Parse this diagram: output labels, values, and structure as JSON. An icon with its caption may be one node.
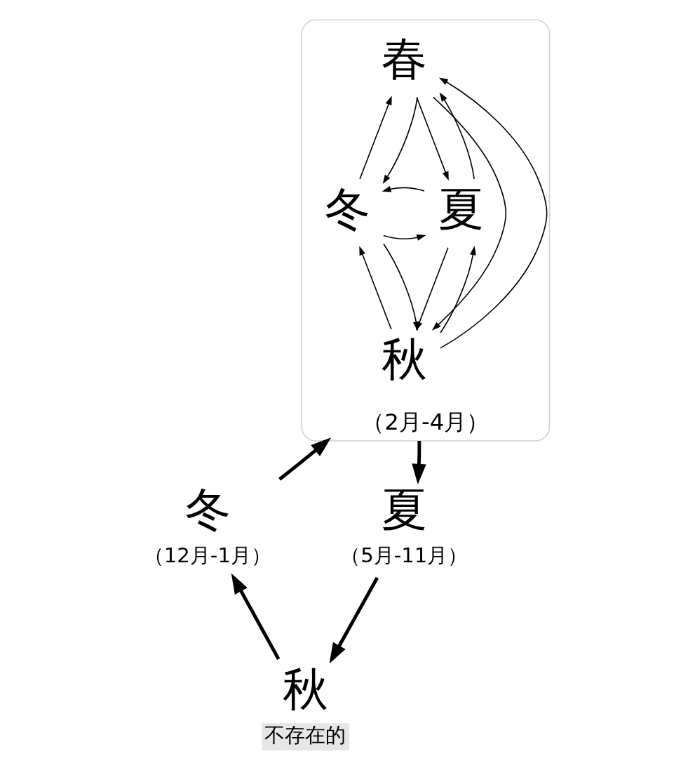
{
  "diagram": {
    "nodes": [
      {
        "text": [
          "（2月-4月）"
        ]
      },
      {
        "text": [
          "春"
        ],
        "in": 0
      },
      {
        "text": [
          "冬"
        ],
        "in": 0
      },
      {
        "text": [
          "夏"
        ],
        "in": 0
      },
      {
        "text": [
          "秋"
        ],
        "in": 0
      },
      {
        "text": [
          "夏",
          "（5月-11月）"
        ]
      },
      {
        "text": [
          "秋",
          "不存在的"
        ]
      },
      {
        "text": [
          "冬",
          "（12月-1月）"
        ]
      }
    ],
    "edges": [
      {
        "from": 1,
        "to": 3,
        "arrow": "to"
      },
      {
        "from": 3,
        "to": 1,
        "arrow": "to"
      },
      {
        "from": 3,
        "to": 4,
        "arrow": "to"
      },
      {
        "from": 4,
        "to": 3,
        "arrow": "to"
      },
      {
        "from": 4,
        "to": 2,
        "arrow": "to"
      },
      {
        "from": 2,
        "to": 4,
        "arrow": "to"
      },
      {
        "from": 2,
        "to": 1,
        "arrow": "to"
      },
      {
        "from": 1,
        "to": 2,
        "arrow": "to"
      },
      {
        "from": 2,
        "to": 3,
        "arrow": "to"
      },
      {
        "from": 3,
        "to": 2,
        "arrow": "to"
      },
      {
        "from": 1,
        "to": 4,
        "arrow": "to"
      },
      {
        "from": 4,
        "to": 1,
        "arrow": "to"
      },
      {
        "from": 0,
        "to": 5,
        "arrow": "to",
        "style": "thick"
      },
      {
        "from": 5,
        "to": 6,
        "arrow": "to",
        "style": "thick"
      },
      {
        "from": 6,
        "to": 7,
        "arrow": "to",
        "style": "thick"
      },
      {
        "from": 7,
        "to": 0,
        "arrow": "to",
        "style": "thick"
      }
    ]
  }
}
